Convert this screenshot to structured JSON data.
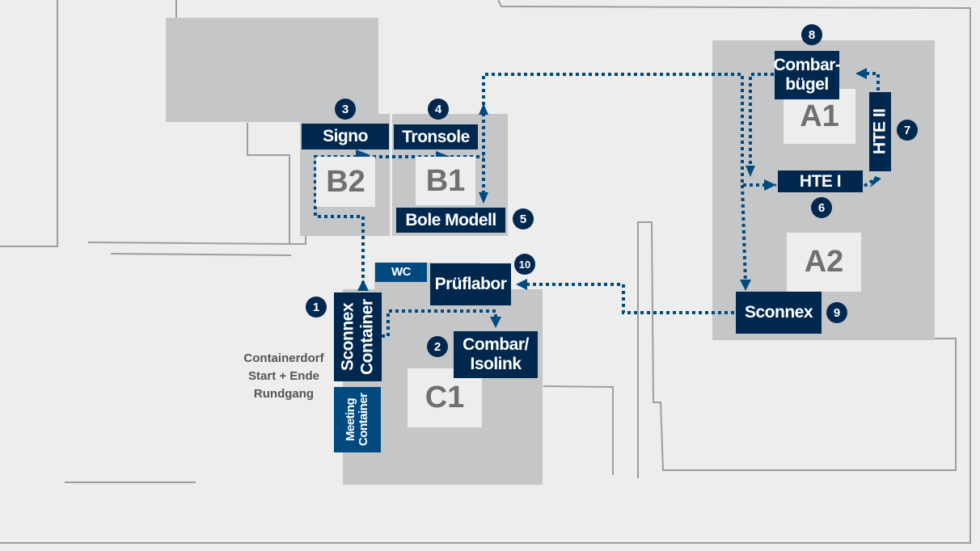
{
  "map": {
    "colors": {
      "background": "#ededed",
      "building": "#c5c6c8",
      "hall_block": "#ededed",
      "label": "#00284f",
      "label_secondary": "#004a80",
      "route": "#004a80",
      "hall_text": "#707070",
      "outline": "#9e9e9e"
    },
    "halls": [
      {
        "id": "B2",
        "label": "B2"
      },
      {
        "id": "B1",
        "label": "B1"
      },
      {
        "id": "A1",
        "label": "A1"
      },
      {
        "id": "A2",
        "label": "A2"
      },
      {
        "id": "C1",
        "label": "C1"
      }
    ],
    "stations": [
      {
        "number": "1",
        "label": "Sconnex Container"
      },
      {
        "number": "2",
        "label": "Combar/ Isolink"
      },
      {
        "number": "3",
        "label": "Signo"
      },
      {
        "number": "4",
        "label": "Tronsole"
      },
      {
        "number": "5",
        "label": "Bole Modell"
      },
      {
        "number": "6",
        "label": "HTE I"
      },
      {
        "number": "7",
        "label": "HTE II"
      },
      {
        "number": "8",
        "label": "Combar- bügel"
      },
      {
        "number": "9",
        "label": "Sconnex"
      },
      {
        "number": "10",
        "label": "Prüflabor"
      }
    ],
    "facilities": [
      {
        "label": "WC"
      },
      {
        "label": "Meeting Container"
      }
    ],
    "note": {
      "line1": "Containerdorf",
      "line2": "Start + Ende",
      "line3": "Rundgang"
    }
  }
}
